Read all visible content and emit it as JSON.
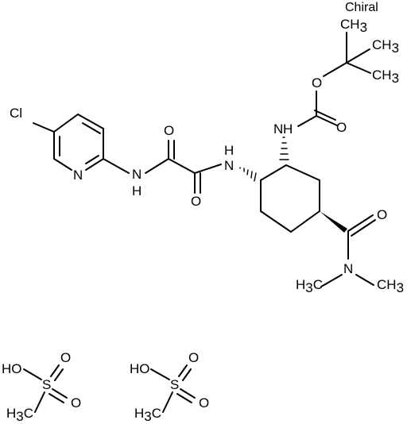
{
  "stereo_label": "Chiral",
  "atoms": {
    "chlorine": "Cl",
    "pyridine_n": "N",
    "amide_nh_1": "N",
    "amide_nh_1_h": "H",
    "amide_nh_2": "N",
    "amide_nh_2_h": "H",
    "oxalyl_o_1": "O",
    "oxalyl_o_2": "O",
    "carbamate_nh": "N",
    "carbamate_nh_h": "H",
    "carbamate_o_double": "O",
    "carbamate_o_single": "O",
    "tbu_ch3_top": "CH",
    "tbu_ch3_top_sub": "3",
    "tbu_ch3_mid": "CH",
    "tbu_ch3_mid_sub": "3",
    "tbu_ch3_bottom": "CH",
    "tbu_ch3_bottom_sub": "3",
    "carboxamide_o": "O",
    "dimethylamide_n": "N",
    "n_methyl_left_h": "H",
    "n_methyl_left_sub": "3",
    "n_methyl_left_c": "C",
    "n_methyl_right": "CH",
    "n_methyl_right_sub": "3"
  },
  "counterions": [
    {
      "hydroxyl": "HO",
      "sulfur": "S",
      "oxo_1": "O",
      "oxo_2": "O",
      "methyl_h": "H",
      "methyl_sub": "3",
      "methyl_c": "C"
    },
    {
      "hydroxyl": "HO",
      "sulfur": "S",
      "oxo_1": "O",
      "oxo_2": "O",
      "methyl_h": "H",
      "methyl_sub": "3",
      "methyl_c": "C"
    }
  ]
}
